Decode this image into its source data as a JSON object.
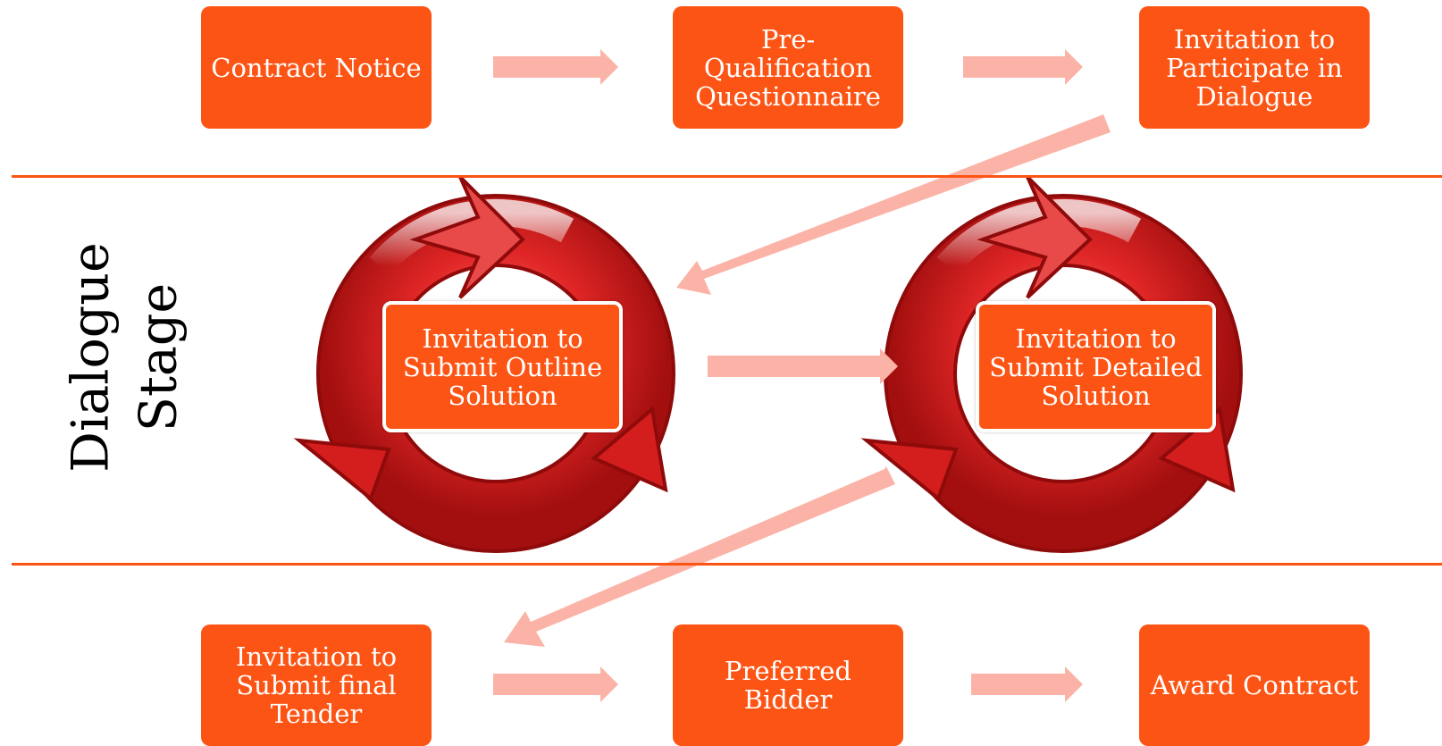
{
  "stage_label": "Dialogue\nStage",
  "colors": {
    "box": "#fc5414",
    "arrow": "#fcb3a7",
    "cycle": "#cc1a1a",
    "rule": "#fc5414"
  },
  "boxes": {
    "contract_notice": "Contract Notice",
    "pqq": "Pre-\nQualification\nQuestionnaire",
    "itpd": "Invitation to\nParticipate in\nDialogue",
    "outline": "Invitation to\nSubmit Outline\nSolution",
    "detailed": "Invitation to\nSubmit Detailed\nSolution",
    "final_tender": "Invitation to\nSubmit final\nTender",
    "preferred": "Preferred\nBidder",
    "award": "Award Contract"
  }
}
